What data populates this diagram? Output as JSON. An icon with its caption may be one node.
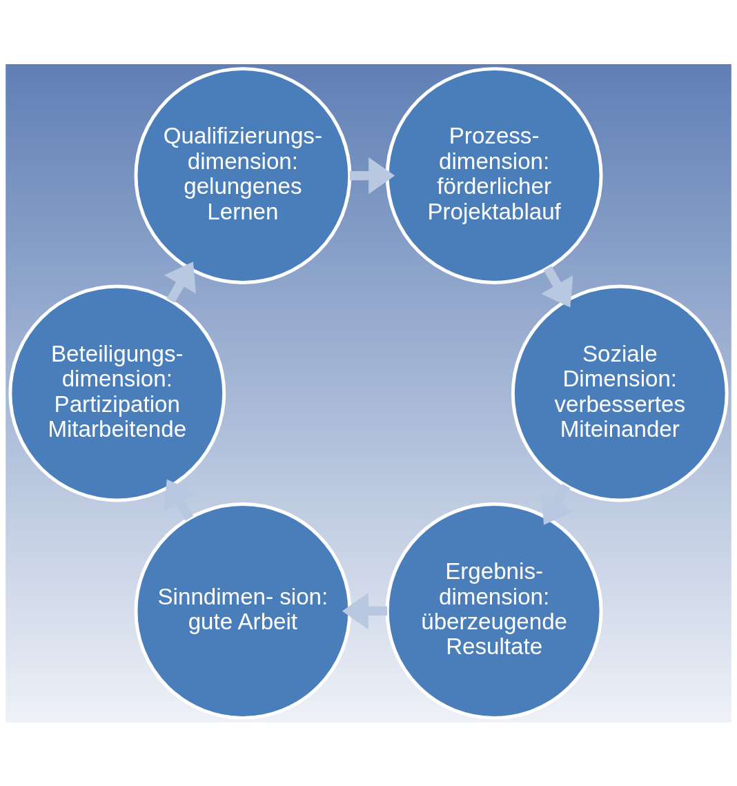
{
  "diagram": {
    "nodes": [
      {
        "text": [
          "Ergebnis- dimension: überzeugende Resultate"
        ]
      },
      {
        "text": [
          "Sinndimen- sion: gute Arbeit"
        ]
      },
      {
        "text": [
          "Soziale Dimension: verbessertes Miteinander"
        ]
      },
      {
        "text": [
          "Beteiligungs- dimension: Partizipation Mitarbeitende"
        ]
      },
      {
        "text": [
          "Prozess- dimension: förderlicher Projektablauf"
        ]
      },
      {
        "text": [
          "Qualifizierungs- dimension: gelungenes Lernen"
        ]
      }
    ],
    "edges": [
      {
        "from": 0,
        "to": 1,
        "arrow": "to"
      },
      {
        "from": 1,
        "to": 3,
        "arrow": "to"
      },
      {
        "from": 3,
        "to": 5,
        "arrow": "to"
      },
      {
        "from": 5,
        "to": 4,
        "arrow": "to"
      },
      {
        "from": 4,
        "to": 2,
        "arrow": "to"
      },
      {
        "from": 2,
        "to": 0,
        "arrow": "to"
      }
    ]
  }
}
